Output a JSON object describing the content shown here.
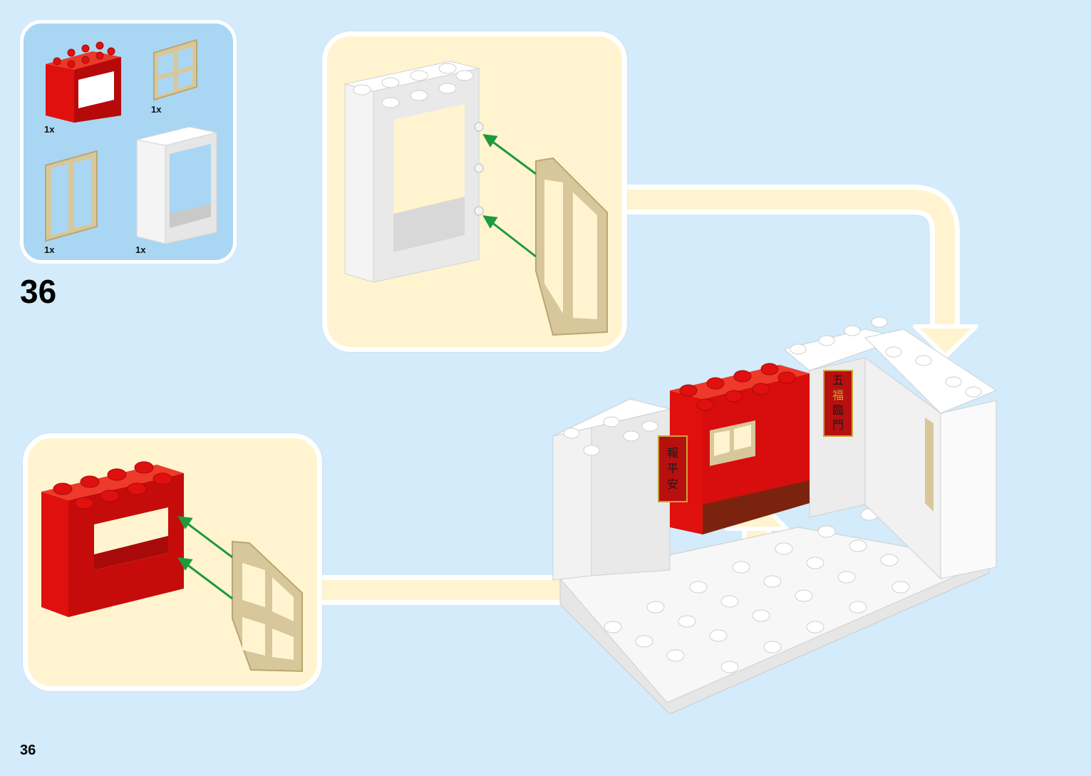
{
  "step": {
    "number": "36"
  },
  "page": {
    "number": "36"
  },
  "parts_list": {
    "items": [
      {
        "id": "red-window-frame",
        "quantity": "1x"
      },
      {
        "id": "tan-window-4pane",
        "quantity": "1x"
      },
      {
        "id": "tan-door-2pane",
        "quantity": "1x"
      },
      {
        "id": "white-door-frame",
        "quantity": "1x"
      }
    ]
  },
  "banners": {
    "left": [
      "報",
      "平",
      "安"
    ],
    "right": [
      "五",
      "福",
      "臨",
      "門"
    ]
  },
  "colors": {
    "background": "#d3ebfa",
    "parts_box": "#a9d6f3",
    "callout": "#fff4cf",
    "brick_red": "#e0100f",
    "brick_white": "#f4f4f4",
    "tan": "#d8c79a",
    "arrow_green": "#1e9a3d",
    "path_yellow": "#fff4cf"
  }
}
